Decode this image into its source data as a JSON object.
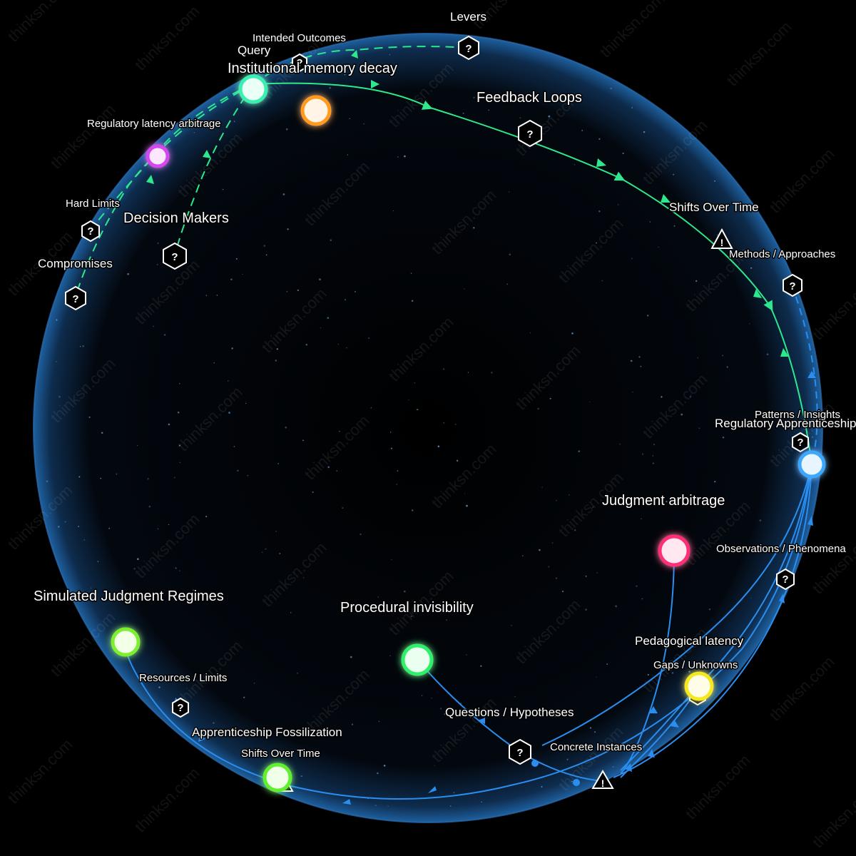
{
  "watermark": "thinksn.com",
  "colors": {
    "background": "#000000",
    "sphere": "#1d5f9e",
    "green_path": "#2de88c",
    "blue_path": "#2a8ef0"
  },
  "nodes": [
    {
      "id": "institutional",
      "label": "Institutional memory decay",
      "color": "#38f0b0"
    },
    {
      "id": "orange",
      "label": "",
      "color": "#ff9a1f"
    },
    {
      "id": "regulatory-latency",
      "label": "Regulatory latency arbitrage",
      "color": "#d646f0"
    },
    {
      "id": "regulatory-apprenticeship",
      "label": "Regulatory Apprenticeship",
      "color": "#3aa8ff"
    },
    {
      "id": "judgment-arbitrage",
      "label": "Judgment arbitrage",
      "color": "#ff2d78"
    },
    {
      "id": "procedural-invisibility",
      "label": "Procedural invisibility",
      "color": "#2ef06a"
    },
    {
      "id": "simulated-judgment",
      "label": "Simulated Judgment Regimes",
      "color": "#7cf02e"
    },
    {
      "id": "apprenticeship-fossilization",
      "label": "Apprenticeship Fossilization",
      "color": "#5ef02e"
    },
    {
      "id": "pedagogical-latency",
      "label": "Pedagogical latency",
      "color": "#f5e81a"
    }
  ],
  "markers": [
    {
      "id": "levers",
      "label": "Levers",
      "icon": "question-hex-icon"
    },
    {
      "id": "intended-outcomes",
      "label": "Intended Outcomes",
      "icon": "question-hex-icon"
    },
    {
      "id": "query",
      "label": "Query",
      "icon": "question-hex-icon"
    },
    {
      "id": "feedback-loops",
      "label": "Feedback Loops",
      "icon": "question-hex-icon"
    },
    {
      "id": "hard-limits",
      "label": "Hard Limits",
      "icon": "question-hex-icon"
    },
    {
      "id": "decision-makers",
      "label": "Decision Makers",
      "icon": "question-hex-icon"
    },
    {
      "id": "compromises",
      "label": "Compromises",
      "icon": "question-hex-icon"
    },
    {
      "id": "shifts-top",
      "label": "Shifts Over Time",
      "icon": "warning-triangle-icon"
    },
    {
      "id": "methods",
      "label": "Methods / Approaches",
      "icon": "question-hex-icon"
    },
    {
      "id": "patterns",
      "label": "Patterns / Insights",
      "icon": "question-hex-icon"
    },
    {
      "id": "observations",
      "label": "Observations / Phenomena",
      "icon": "question-hex-icon"
    },
    {
      "id": "gaps",
      "label": "Gaps / Unknowns",
      "icon": "question-hex-icon"
    },
    {
      "id": "questions",
      "label": "Questions / Hypotheses",
      "icon": "question-hex-icon"
    },
    {
      "id": "concrete",
      "label": "Concrete Instances",
      "icon": "warning-triangle-icon"
    },
    {
      "id": "resources",
      "label": "Resources / Limits",
      "icon": "question-hex-icon"
    },
    {
      "id": "shifts-bottom",
      "label": "Shifts Over Time",
      "icon": "warning-triangle-icon"
    }
  ],
  "icon_glyphs": {
    "question": "?",
    "warning": "!"
  }
}
